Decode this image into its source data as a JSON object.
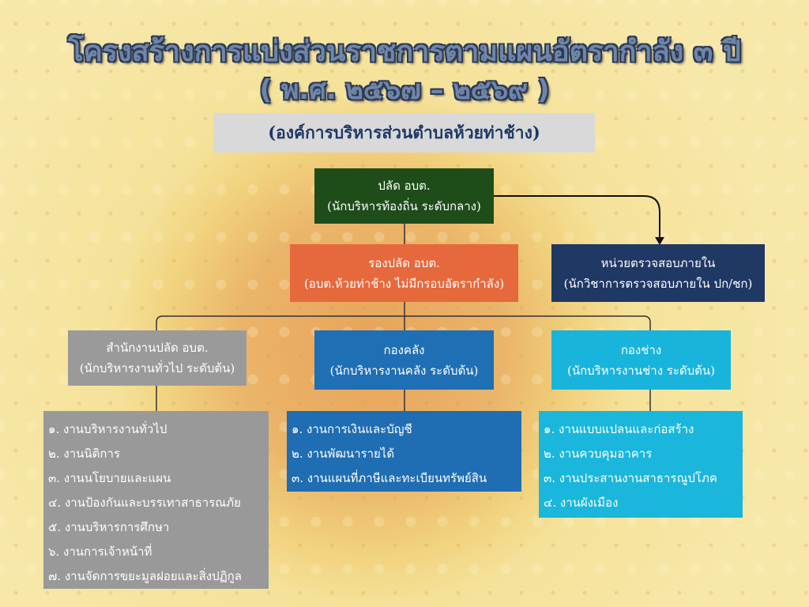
{
  "title": {
    "line1": "โครงสร้างการแบ่งส่วนราชการตามแผนอัตรากำลัง ๓ ปี",
    "line2": "( พ.ศ. ๒๕๖๗ – ๒๕๖๙ )"
  },
  "organization": "(องค์การบริหารส่วนตำบลห้วยท่าช้าง)",
  "nodes": {
    "chief": {
      "title": "ปลัด อบต.",
      "subtitle": "(นักบริหารท้องถิ่น ระดับกลาง)"
    },
    "deputy": {
      "title": "รองปลัด อบต.",
      "subtitle": "(อบต.ห้วยท่าช้าง ไม่มีกรอบอัตรากำลัง)"
    },
    "audit": {
      "title": "หน่วยตรวจสอบภายใน",
      "subtitle": "(นักวิชาการตรวจสอบภายใน ปก/ชก)"
    },
    "office": {
      "title": "สำนักงานปลัด อบต.",
      "subtitle": "(นักบริหารงานทั่วไป ระดับต้น)"
    },
    "finance": {
      "title": "กองคลัง",
      "subtitle": "(นักบริหารงานคลัง ระดับต้น)"
    },
    "engineering": {
      "title": "กองช่าง",
      "subtitle": "(นักบริหารงานช่าง ระดับต้น)"
    }
  },
  "lists": {
    "office": [
      "๑. งานบริหารงานทั่วไป",
      "๒. งานนิติการ",
      "๓. งานนโยบายและแผน",
      "๔. งานป้องกันและบรรเทาสาธารณภัย",
      "๕. งานบริหารการศึกษา",
      "๖. งานการเจ้าหน้าที่",
      "๗. งานจัดการขยะมูลฝอยและสิ่งปฏิกูล"
    ],
    "finance": [
      "๑. งานการเงินและบัญชี",
      "๒. งานพัฒนารายได้",
      "๓. งานแผนที่ภาษีและทะเบียนทรัพย์สิน"
    ],
    "engineering": [
      "๑. งานแบบแปลนและก่อสร้าง",
      "๒. งานควบคุมอาคาร",
      "๓. งานประสานงานสาธารณูปโภค",
      "๔. งานผังเมือง"
    ]
  }
}
